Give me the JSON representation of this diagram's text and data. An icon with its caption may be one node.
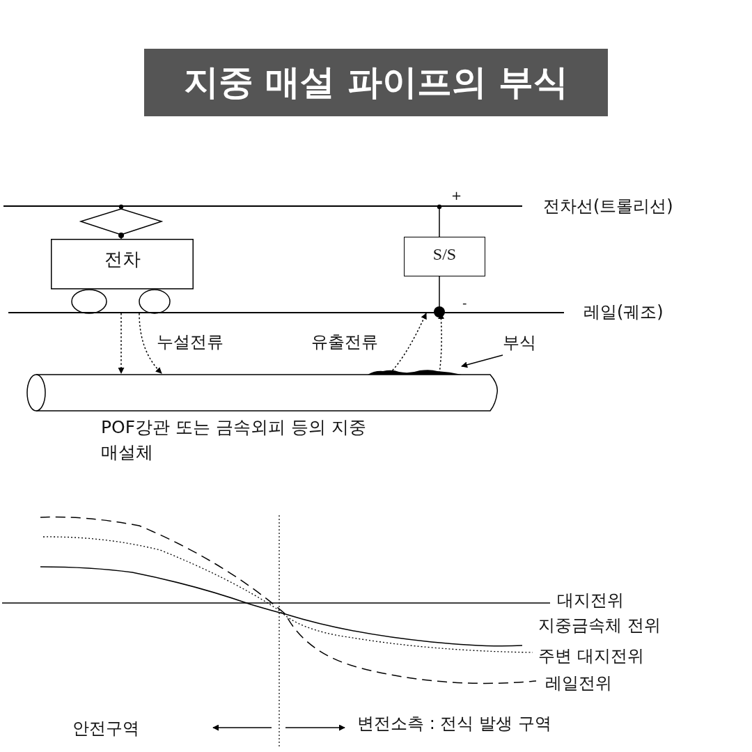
{
  "diagram": {
    "title": "지중 매설 파이프의 부식",
    "nodes": [
      {
        "text": [],
        "shape": "bar",
        "beside": [
          "전차선(트롤리선)"
        ]
      },
      {
        "text": [
          "전차"
        ]
      },
      {
        "text": [
          "S/S"
        ]
      },
      {
        "text": [],
        "shape": "bar",
        "beside": [
          "레일(궤조)"
        ]
      },
      {
        "text": [
          "부식"
        ]
      },
      {
        "text": [],
        "shape": "cylinder",
        "beside": [
          "POF강관 또는 금속외피 등의 지중매설체"
        ]
      },
      {
        "text": [],
        "shape": "blob"
      }
    ],
    "edges": [
      {
        "from": 1,
        "to": 0,
        "arrow": "other"
      },
      {
        "from": 2,
        "to": 0,
        "arrow": "other"
      },
      {
        "from": 2,
        "to": 3,
        "arrow": "other"
      },
      {
        "from": 3,
        "to": 5,
        "arrow": "to",
        "style": "dashed"
      },
      {
        "from": 3,
        "to": 5,
        "arrow": "to",
        "style": "dashed",
        "label": "누설전류"
      },
      {
        "from": 5,
        "to": 3,
        "arrow": "to",
        "style": "dashed",
        "label": "유출전류"
      },
      {
        "from": 5,
        "to": 3,
        "arrow": "to",
        "style": "dashed"
      },
      {
        "from": 4,
        "to": 6,
        "arrow": "to"
      }
    ],
    "labels": [
      "+",
      "-",
      "대지전위",
      "지중금속체 전위",
      "주변 대지전위",
      "레일전위",
      "안전구역",
      "변전소측 : 전식 발생 구역"
    ]
  }
}
